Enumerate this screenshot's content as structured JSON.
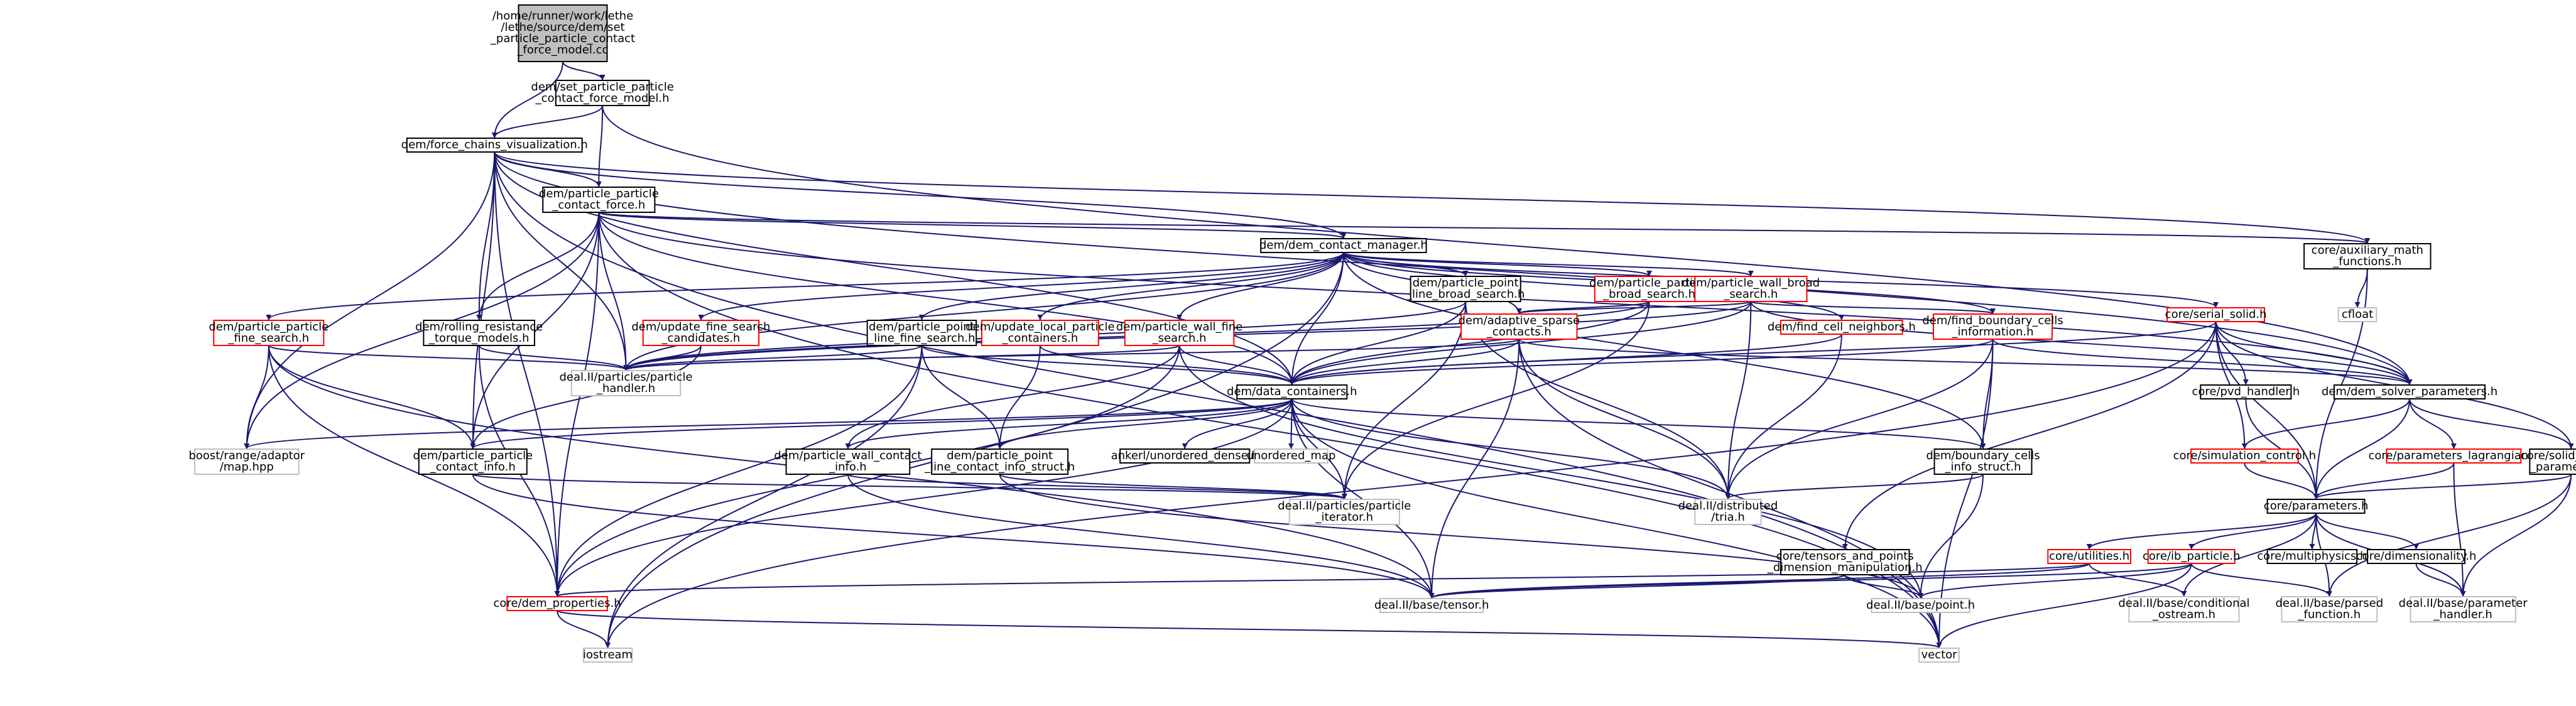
{
  "graph": {
    "nodes": [
      {
        "id": "n0",
        "lines": [
          "/home/runner/work/lethe",
          "/lethe/source/dem/set",
          "_particle_particle_contact",
          "_force_model.cc"
        ],
        "style": "root"
      },
      {
        "id": "n1",
        "lines": [
          "dem/set_particle_particle",
          "_contact_force_model.h"
        ],
        "style": "black"
      },
      {
        "id": "n2",
        "lines": [
          "dem/force_chains_visualization.h"
        ],
        "style": "black"
      },
      {
        "id": "n3",
        "lines": [
          "dem/particle_particle",
          "_contact_force.h"
        ],
        "style": "black"
      },
      {
        "id": "n4",
        "lines": [
          "dem/dem_contact_manager.h"
        ],
        "style": "black"
      },
      {
        "id": "n5",
        "lines": [
          "core/auxiliary_math",
          "_functions.h"
        ],
        "style": "black"
      },
      {
        "id": "n6",
        "lines": [
          "cfloat"
        ],
        "style": "grey"
      },
      {
        "id": "n7",
        "lines": [
          "dem/particle_point",
          "_line_broad_search.h"
        ],
        "style": "black"
      },
      {
        "id": "n8",
        "lines": [
          "dem/particle_particle",
          "_broad_search.h"
        ],
        "style": "red"
      },
      {
        "id": "n9",
        "lines": [
          "dem/particle_wall_broad",
          "_search.h"
        ],
        "style": "red"
      },
      {
        "id": "n10",
        "lines": [
          "dem/particle_particle",
          "_fine_search.h"
        ],
        "style": "red"
      },
      {
        "id": "n11",
        "lines": [
          "dem/rolling_resistance",
          "_torque_models.h"
        ],
        "style": "black"
      },
      {
        "id": "n12",
        "lines": [
          "dem/update_fine_search",
          "_candidates.h"
        ],
        "style": "red"
      },
      {
        "id": "n13",
        "lines": [
          "dem/particle_point",
          "_line_fine_search.h"
        ],
        "style": "black"
      },
      {
        "id": "n14",
        "lines": [
          "dem/update_local_particle",
          "_containers.h"
        ],
        "style": "red"
      },
      {
        "id": "n15",
        "lines": [
          "dem/particle_wall_fine",
          "_search.h"
        ],
        "style": "red"
      },
      {
        "id": "n16",
        "lines": [
          "dem/adaptive_sparse",
          "_contacts.h"
        ],
        "style": "red"
      },
      {
        "id": "n17",
        "lines": [
          "dem/find_cell_neighbors.h"
        ],
        "style": "red"
      },
      {
        "id": "n18",
        "lines": [
          "dem/find_boundary_cells",
          "_information.h"
        ],
        "style": "red"
      },
      {
        "id": "n19",
        "lines": [
          "core/serial_solid.h"
        ],
        "style": "red"
      },
      {
        "id": "n20",
        "lines": [
          "deal.II/particles/particle",
          "_handler.h"
        ],
        "style": "grey"
      },
      {
        "id": "n21",
        "lines": [
          "dem/data_containers.h"
        ],
        "style": "black"
      },
      {
        "id": "n22",
        "lines": [
          "core/pvd_handler.h"
        ],
        "style": "black"
      },
      {
        "id": "n23",
        "lines": [
          "dem/dem_solver_parameters.h"
        ],
        "style": "black"
      },
      {
        "id": "n24",
        "lines": [
          "boost/range/adaptor",
          "/map.hpp"
        ],
        "style": "grey"
      },
      {
        "id": "n25",
        "lines": [
          "dem/particle_particle",
          "_contact_info.h"
        ],
        "style": "black"
      },
      {
        "id": "n26",
        "lines": [
          "dem/particle_wall_contact",
          "_info.h"
        ],
        "style": "black"
      },
      {
        "id": "n27",
        "lines": [
          "dem/particle_point",
          "_line_contact_info_struct.h"
        ],
        "style": "black"
      },
      {
        "id": "n28",
        "lines": [
          "ankerl/unordered_dense.h"
        ],
        "style": "black"
      },
      {
        "id": "n29",
        "lines": [
          "unordered_map"
        ],
        "style": "grey"
      },
      {
        "id": "n30",
        "lines": [
          "dem/boundary_cells",
          "_info_struct.h"
        ],
        "style": "black"
      },
      {
        "id": "n31",
        "lines": [
          "core/simulation_control.h"
        ],
        "style": "red"
      },
      {
        "id": "n32",
        "lines": [
          "core/parameters_lagrangian.h"
        ],
        "style": "red"
      },
      {
        "id": "n33",
        "lines": [
          "core/solid_objects",
          "_parameters.h"
        ],
        "style": "black"
      },
      {
        "id": "n34",
        "lines": [
          "deal.II/particles/particle",
          "_iterator.h"
        ],
        "style": "grey"
      },
      {
        "id": "n35",
        "lines": [
          "deal.II/distributed",
          "/tria.h"
        ],
        "style": "grey"
      },
      {
        "id": "n36",
        "lines": [
          "core/parameters.h"
        ],
        "style": "black"
      },
      {
        "id": "n37",
        "lines": [
          "core/tensors_and_points",
          "_dimension_manipulation.h"
        ],
        "style": "black"
      },
      {
        "id": "n38",
        "lines": [
          "core/utilities.h"
        ],
        "style": "red"
      },
      {
        "id": "n39",
        "lines": [
          "core/ib_particle.h"
        ],
        "style": "red"
      },
      {
        "id": "n40",
        "lines": [
          "core/multiphysics.h"
        ],
        "style": "black"
      },
      {
        "id": "n41",
        "lines": [
          "core/dimensionality.h"
        ],
        "style": "black"
      },
      {
        "id": "n42",
        "lines": [
          "core/dem_properties.h"
        ],
        "style": "red"
      },
      {
        "id": "n43",
        "lines": [
          "deal.II/base/tensor.h"
        ],
        "style": "grey"
      },
      {
        "id": "n44",
        "lines": [
          "deal.II/base/point.h"
        ],
        "style": "grey"
      },
      {
        "id": "n45",
        "lines": [
          "deal.II/base/conditional",
          "_ostream.h"
        ],
        "style": "grey"
      },
      {
        "id": "n46",
        "lines": [
          "deal.II/base/parsed",
          "_function.h"
        ],
        "style": "grey"
      },
      {
        "id": "n47",
        "lines": [
          "deal.II/base/parameter",
          "_handler.h"
        ],
        "style": "grey"
      },
      {
        "id": "n48",
        "lines": [
          "iostream"
        ],
        "style": "grey"
      },
      {
        "id": "n49",
        "lines": [
          "vector"
        ],
        "style": "grey"
      }
    ],
    "edges": [
      [
        "n0",
        "n1"
      ],
      [
        "n0",
        "n2"
      ],
      [
        "n1",
        "n2"
      ],
      [
        "n1",
        "n3"
      ],
      [
        "n1",
        "n23"
      ],
      [
        "n2",
        "n3"
      ],
      [
        "n2",
        "n4"
      ],
      [
        "n2",
        "n5"
      ],
      [
        "n2",
        "n11"
      ],
      [
        "n2",
        "n20"
      ],
      [
        "n2",
        "n21"
      ],
      [
        "n2",
        "n23"
      ],
      [
        "n2",
        "n24"
      ],
      [
        "n2",
        "n25"
      ],
      [
        "n2",
        "n42"
      ],
      [
        "n2",
        "n49"
      ],
      [
        "n3",
        "n4"
      ],
      [
        "n3",
        "n5"
      ],
      [
        "n3",
        "n11"
      ],
      [
        "n3",
        "n20"
      ],
      [
        "n3",
        "n21"
      ],
      [
        "n3",
        "n23"
      ],
      [
        "n3",
        "n24"
      ],
      [
        "n3",
        "n25"
      ],
      [
        "n3",
        "n42"
      ],
      [
        "n3",
        "n49"
      ],
      [
        "n4",
        "n7"
      ],
      [
        "n4",
        "n8"
      ],
      [
        "n4",
        "n9"
      ],
      [
        "n4",
        "n10"
      ],
      [
        "n4",
        "n12"
      ],
      [
        "n4",
        "n13"
      ],
      [
        "n4",
        "n14"
      ],
      [
        "n4",
        "n15"
      ],
      [
        "n4",
        "n16"
      ],
      [
        "n4",
        "n17"
      ],
      [
        "n4",
        "n18"
      ],
      [
        "n4",
        "n19"
      ],
      [
        "n4",
        "n20"
      ],
      [
        "n4",
        "n21"
      ],
      [
        "n4",
        "n30"
      ],
      [
        "n4",
        "n48"
      ],
      [
        "n5",
        "n6"
      ],
      [
        "n5",
        "n36"
      ],
      [
        "n7",
        "n20"
      ],
      [
        "n7",
        "n21"
      ],
      [
        "n7",
        "n34"
      ],
      [
        "n7",
        "n35"
      ],
      [
        "n8",
        "n16"
      ],
      [
        "n8",
        "n20"
      ],
      [
        "n8",
        "n21"
      ],
      [
        "n8",
        "n34"
      ],
      [
        "n9",
        "n16"
      ],
      [
        "n9",
        "n18"
      ],
      [
        "n9",
        "n20"
      ],
      [
        "n9",
        "n21"
      ],
      [
        "n9",
        "n23"
      ],
      [
        "n9",
        "n35"
      ],
      [
        "n10",
        "n20"
      ],
      [
        "n10",
        "n24"
      ],
      [
        "n10",
        "n25"
      ],
      [
        "n10",
        "n42"
      ],
      [
        "n10",
        "n43"
      ],
      [
        "n11",
        "n20"
      ],
      [
        "n11",
        "n42"
      ],
      [
        "n12",
        "n20"
      ],
      [
        "n12",
        "n25"
      ],
      [
        "n13",
        "n20"
      ],
      [
        "n13",
        "n21"
      ],
      [
        "n13",
        "n27"
      ],
      [
        "n13",
        "n42"
      ],
      [
        "n13",
        "n48"
      ],
      [
        "n14",
        "n21"
      ],
      [
        "n14",
        "n27"
      ],
      [
        "n15",
        "n20"
      ],
      [
        "n15",
        "n21"
      ],
      [
        "n15",
        "n26"
      ],
      [
        "n15",
        "n42"
      ],
      [
        "n15",
        "n44"
      ],
      [
        "n16",
        "n20"
      ],
      [
        "n16",
        "n21"
      ],
      [
        "n16",
        "n23"
      ],
      [
        "n16",
        "n35"
      ],
      [
        "n16",
        "n43"
      ],
      [
        "n16",
        "n49"
      ],
      [
        "n17",
        "n21"
      ],
      [
        "n17",
        "n35"
      ],
      [
        "n18",
        "n21"
      ],
      [
        "n18",
        "n23"
      ],
      [
        "n18",
        "n30"
      ],
      [
        "n18",
        "n35"
      ],
      [
        "n18",
        "n49"
      ],
      [
        "n19",
        "n21"
      ],
      [
        "n19",
        "n22"
      ],
      [
        "n19",
        "n23"
      ],
      [
        "n19",
        "n31"
      ],
      [
        "n19",
        "n33"
      ],
      [
        "n19",
        "n36"
      ],
      [
        "n19",
        "n37"
      ],
      [
        "n19",
        "n48"
      ],
      [
        "n21",
        "n24"
      ],
      [
        "n21",
        "n25"
      ],
      [
        "n21",
        "n26"
      ],
      [
        "n21",
        "n27"
      ],
      [
        "n21",
        "n28"
      ],
      [
        "n21",
        "n29"
      ],
      [
        "n21",
        "n30"
      ],
      [
        "n21",
        "n34"
      ],
      [
        "n21",
        "n35"
      ],
      [
        "n21",
        "n42"
      ],
      [
        "n21",
        "n43"
      ],
      [
        "n21",
        "n49"
      ],
      [
        "n22",
        "n36"
      ],
      [
        "n23",
        "n31"
      ],
      [
        "n23",
        "n32"
      ],
      [
        "n23",
        "n33"
      ],
      [
        "n23",
        "n36"
      ],
      [
        "n25",
        "n34"
      ],
      [
        "n25",
        "n43"
      ],
      [
        "n26",
        "n34"
      ],
      [
        "n26",
        "n43"
      ],
      [
        "n27",
        "n34"
      ],
      [
        "n27",
        "n44"
      ],
      [
        "n30",
        "n35"
      ],
      [
        "n30",
        "n44"
      ],
      [
        "n31",
        "n36"
      ],
      [
        "n32",
        "n36"
      ],
      [
        "n32",
        "n47"
      ],
      [
        "n33",
        "n36"
      ],
      [
        "n33",
        "n46"
      ],
      [
        "n33",
        "n47"
      ],
      [
        "n36",
        "n38"
      ],
      [
        "n36",
        "n39"
      ],
      [
        "n36",
        "n40"
      ],
      [
        "n36",
        "n41"
      ],
      [
        "n36",
        "n45"
      ],
      [
        "n36",
        "n46"
      ],
      [
        "n36",
        "n47"
      ],
      [
        "n37",
        "n43"
      ],
      [
        "n37",
        "n44"
      ],
      [
        "n38",
        "n42"
      ],
      [
        "n38",
        "n43"
      ],
      [
        "n38",
        "n45"
      ],
      [
        "n39",
        "n43"
      ],
      [
        "n39",
        "n44"
      ],
      [
        "n39",
        "n46"
      ],
      [
        "n39",
        "n49"
      ],
      [
        "n41",
        "n47"
      ],
      [
        "n42",
        "n48"
      ],
      [
        "n42",
        "n49"
      ]
    ]
  }
}
